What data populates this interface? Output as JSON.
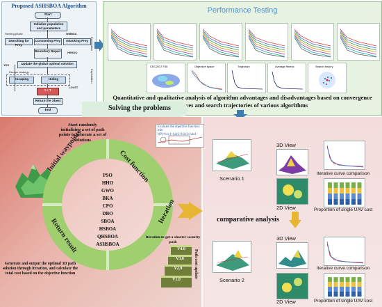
{
  "flowchart": {
    "title": "Proposed ASHSBOA Algorithm",
    "start": "Start",
    "init": "Initialize population and parameters",
    "hunting_phase": "Hunting phase",
    "searching": "Searching for Prey",
    "consuming": "Consuming Prey",
    "attacking": "Attacking Prey",
    "symbol_a": "WMBSA",
    "symbol_b": "HERDO",
    "boundary": "Boundary Repair",
    "update": "Update the global optimal solution",
    "escape_strategy": "Escape strategy",
    "escaping": "Escaping",
    "hiding": "Hiding",
    "symbol_c": "LOVST",
    "loop_check": "t < T",
    "ret": "Return the Xbest",
    "end": "End",
    "yes": "YES",
    "side_exploration": "Exploration",
    "side_exploitation": "Exploitation"
  },
  "performance": {
    "title": "Performance Testing",
    "caption": "Quantitative and qualitative analysis of algorithm advantages and disadvantages based on convergence curves and search trajectories of various algorithms",
    "mini_titles": [
      "CEC2017 F30",
      "Objective space",
      "Trajectory",
      "Average fitness",
      "Search history"
    ]
  },
  "solving": {
    "title": "Solving  the  problems",
    "start_note": "Start randomly initializing a set of path points to generate a set of solutions",
    "eval_note": "Evaluate the objective function: min f(P)=b1c1+b2c2+b3c3+b4c4",
    "iter_note": "Iteration to get a shorter security path",
    "generate_note": "Generate and output the optimal 3D path solution through iteration, and calculate the total cost based on the objective function",
    "ring": [
      "Initial waypoints",
      "Cost function",
      "Iteration",
      "Return result"
    ],
    "algorithms": [
      "PSO",
      "HHO",
      "GWO",
      "BKA",
      "CPO",
      "DBO",
      "SBOA",
      "HSBOA",
      "QHSBOA",
      "ASHSBOA"
    ],
    "steps": [
      "V4.0",
      "V3.0",
      "V2.0",
      "V1.0"
    ],
    "steps_label": "Path cost update"
  },
  "comparison": {
    "title": "comparative analysis",
    "scenario1": "Scenario 1",
    "scenario2": "Scenario 2",
    "view3d": "3D View",
    "view2d": "2D View",
    "iterative": "Iterative curve comparison",
    "proportion": "Proportion of single UAV cost"
  },
  "colors": {
    "blue_title": "#4d8fc4",
    "green_panel": "#e6f2e2",
    "red_gradient": "#d97a6e",
    "pink_panel": "#f4dcdc",
    "arrow_blue": "#3f7fb0",
    "arrow_gold": "#e6b632"
  }
}
